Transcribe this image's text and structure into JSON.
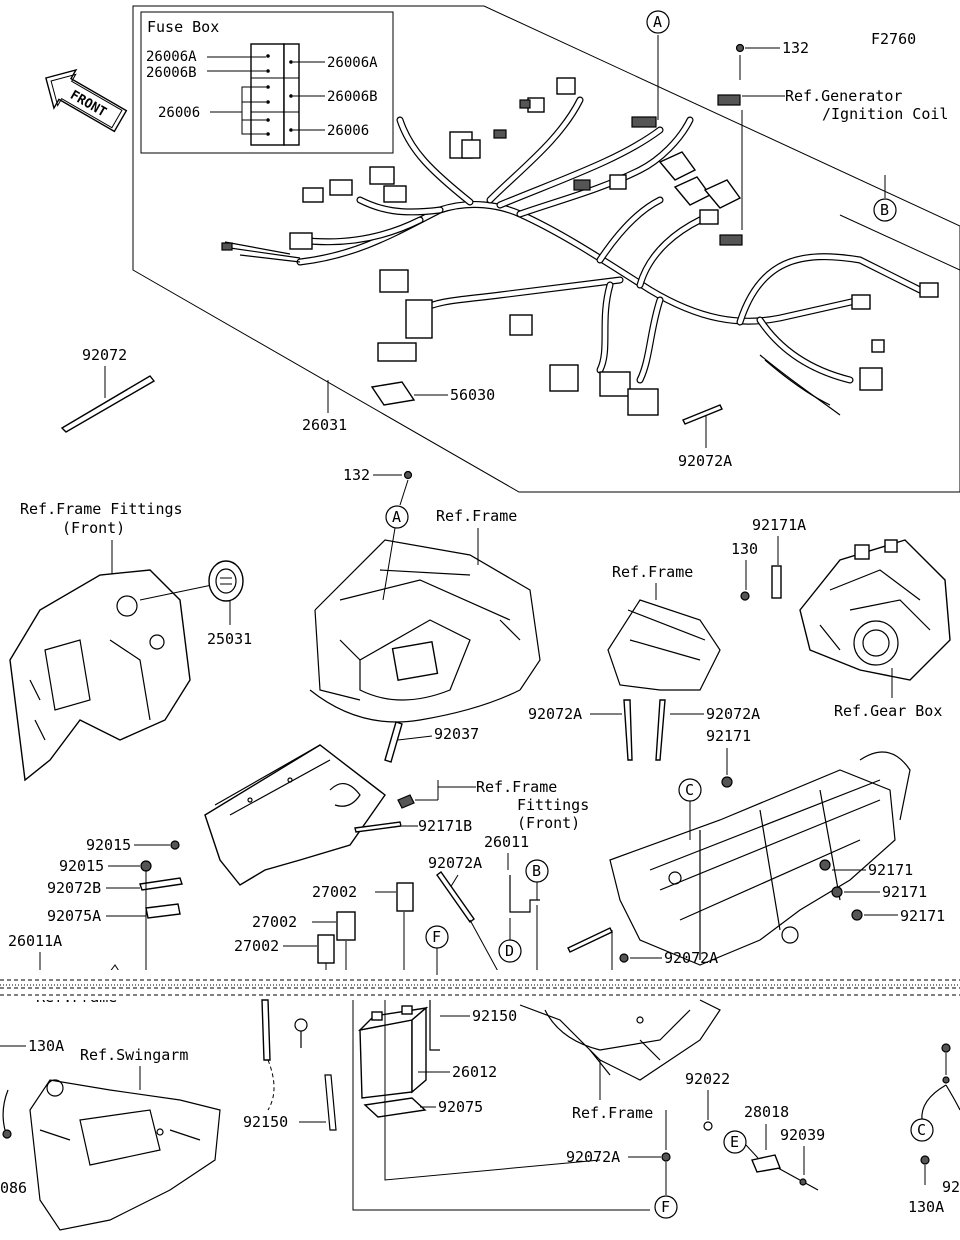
{
  "figure_code": "F2760",
  "front_arrow": "FRONT",
  "fuse_box": {
    "title": "Fuse Box",
    "left_labels": [
      "26006A",
      "26006B",
      "26006"
    ],
    "right_labels": [
      "26006A",
      "26006B",
      "26006"
    ]
  },
  "callouts": {
    "A": "A",
    "B": "B",
    "C": "C",
    "D": "D",
    "E": "E",
    "F": "F"
  },
  "parts": {
    "p132_top": "132",
    "ref_generator_1": "Ref.Generator",
    "ref_generator_2": "/Ignition Coil",
    "p92072": "92072",
    "p26031": "26031",
    "p56030": "56030",
    "p92072A_top": "92072A",
    "p132_mid": "132",
    "ref_frame_fittings_front_1": "Ref.Frame Fittings",
    "ref_frame_fittings_front_2": "(Front)",
    "ref_frame_top": "Ref.Frame",
    "p25031": "25031",
    "ref_frame_mid": "Ref.Frame",
    "p92171A": "92171A",
    "p130_top": "130",
    "ref_gear_box": "Ref.Gear Box",
    "p92072A_l": "92072A",
    "p92072A_r": "92072A",
    "p92171_top": "92171",
    "p92037": "92037",
    "ref_frame_fittings_2a": "Ref.Frame",
    "ref_frame_fittings_2b": "Fittings",
    "ref_frame_fittings_2c": "(Front)",
    "p92171B": "92171B",
    "p92015_a": "92015",
    "p92015_b": "92015",
    "p92072B": "92072B",
    "p92075A": "92075A",
    "p26011A": "26011A",
    "p27002_a": "27002",
    "p27002_b": "27002",
    "p27002_c": "27002",
    "p92072A_cable": "92072A",
    "p26011": "26011",
    "p92171_r1": "92171",
    "p92171_r2": "92171",
    "p92171_r3": "92171",
    "p92072A_low": "92072A",
    "ref_frame_cut": "Ref.Frame",
    "p130A_left": "130A",
    "ref_swingarm": "Ref.Swingarm",
    "p92150_r": "92150",
    "p26012": "26012",
    "p92075": "92075",
    "p92150_l": "92150",
    "p92022": "92022",
    "ref_frame_low": "Ref.Frame",
    "p28018": "28018",
    "p92039": "92039",
    "p92072A_bottom": "92072A",
    "p086": "086",
    "p130A_right": "130A",
    "p92_cut": "92"
  }
}
